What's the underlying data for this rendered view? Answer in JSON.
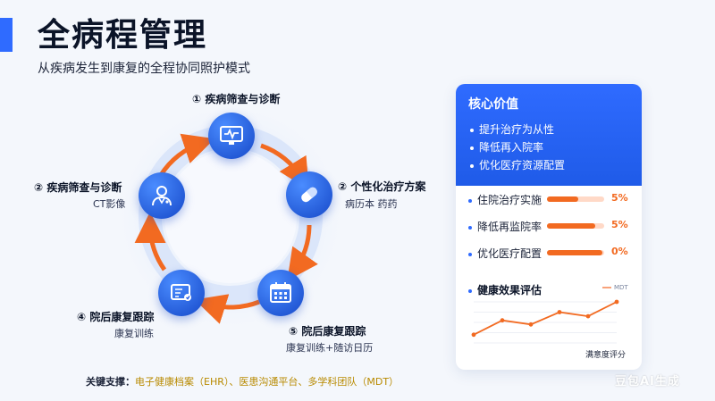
{
  "header": {
    "title": "全病程管理",
    "subtitle": "从疾病发生到康复的全程协同照护模式"
  },
  "cycle": {
    "nodes": [
      {
        "id": "n1",
        "title": "① 疾病筛查与诊断",
        "sub": "",
        "icon": "monitor-heartbeat-icon"
      },
      {
        "id": "n2",
        "title": "② 个性化治疗方案",
        "sub": "病历本 药药",
        "icon": "pill-icon"
      },
      {
        "id": "n5",
        "title": "⑤ 院后康复跟踪",
        "sub": "康复训练+随访日历",
        "icon": "calendar-icon"
      },
      {
        "id": "n4",
        "title": "④ 院后康复跟踪",
        "sub": "康复训练",
        "icon": "rehab-board-icon"
      },
      {
        "id": "n3",
        "title": "② 疾病筛查与诊断",
        "sub": "CT影像",
        "icon": "doctor-icon"
      }
    ],
    "colors": {
      "ring": "#dbe6fa",
      "arrow": "#f26a21",
      "node": "#1f5be8"
    }
  },
  "footer": {
    "label": "关键支撑：",
    "value": "电子健康档案（EHR）、医患沟通平台、多学科团队（MDT）"
  },
  "panel": {
    "title": "核心价值",
    "core_values": [
      "提升治疗为从性",
      "降低再入院率",
      "优化医疗资源配置"
    ],
    "metrics": [
      {
        "label": "住院治疗实施",
        "value": "5%",
        "fill": 0.55
      },
      {
        "label": "降低再监院率",
        "value": "5%",
        "fill": 0.85
      },
      {
        "label": "优化医疗配置",
        "value": "0%",
        "fill": 0.97
      }
    ],
    "evaluation": {
      "title": "健康效果评估",
      "legend": "MDT",
      "caption": "满意度评分"
    }
  },
  "chart_data": {
    "type": "line",
    "series": [
      {
        "name": "MDT",
        "values": [
          4,
          11,
          9,
          15,
          13,
          20
        ]
      }
    ],
    "x": [
      0,
      1,
      2,
      3,
      4,
      5
    ],
    "ylim": [
      0,
      20
    ],
    "grid": true,
    "color": "#f26a21"
  },
  "watermark": "豆包AI生成"
}
